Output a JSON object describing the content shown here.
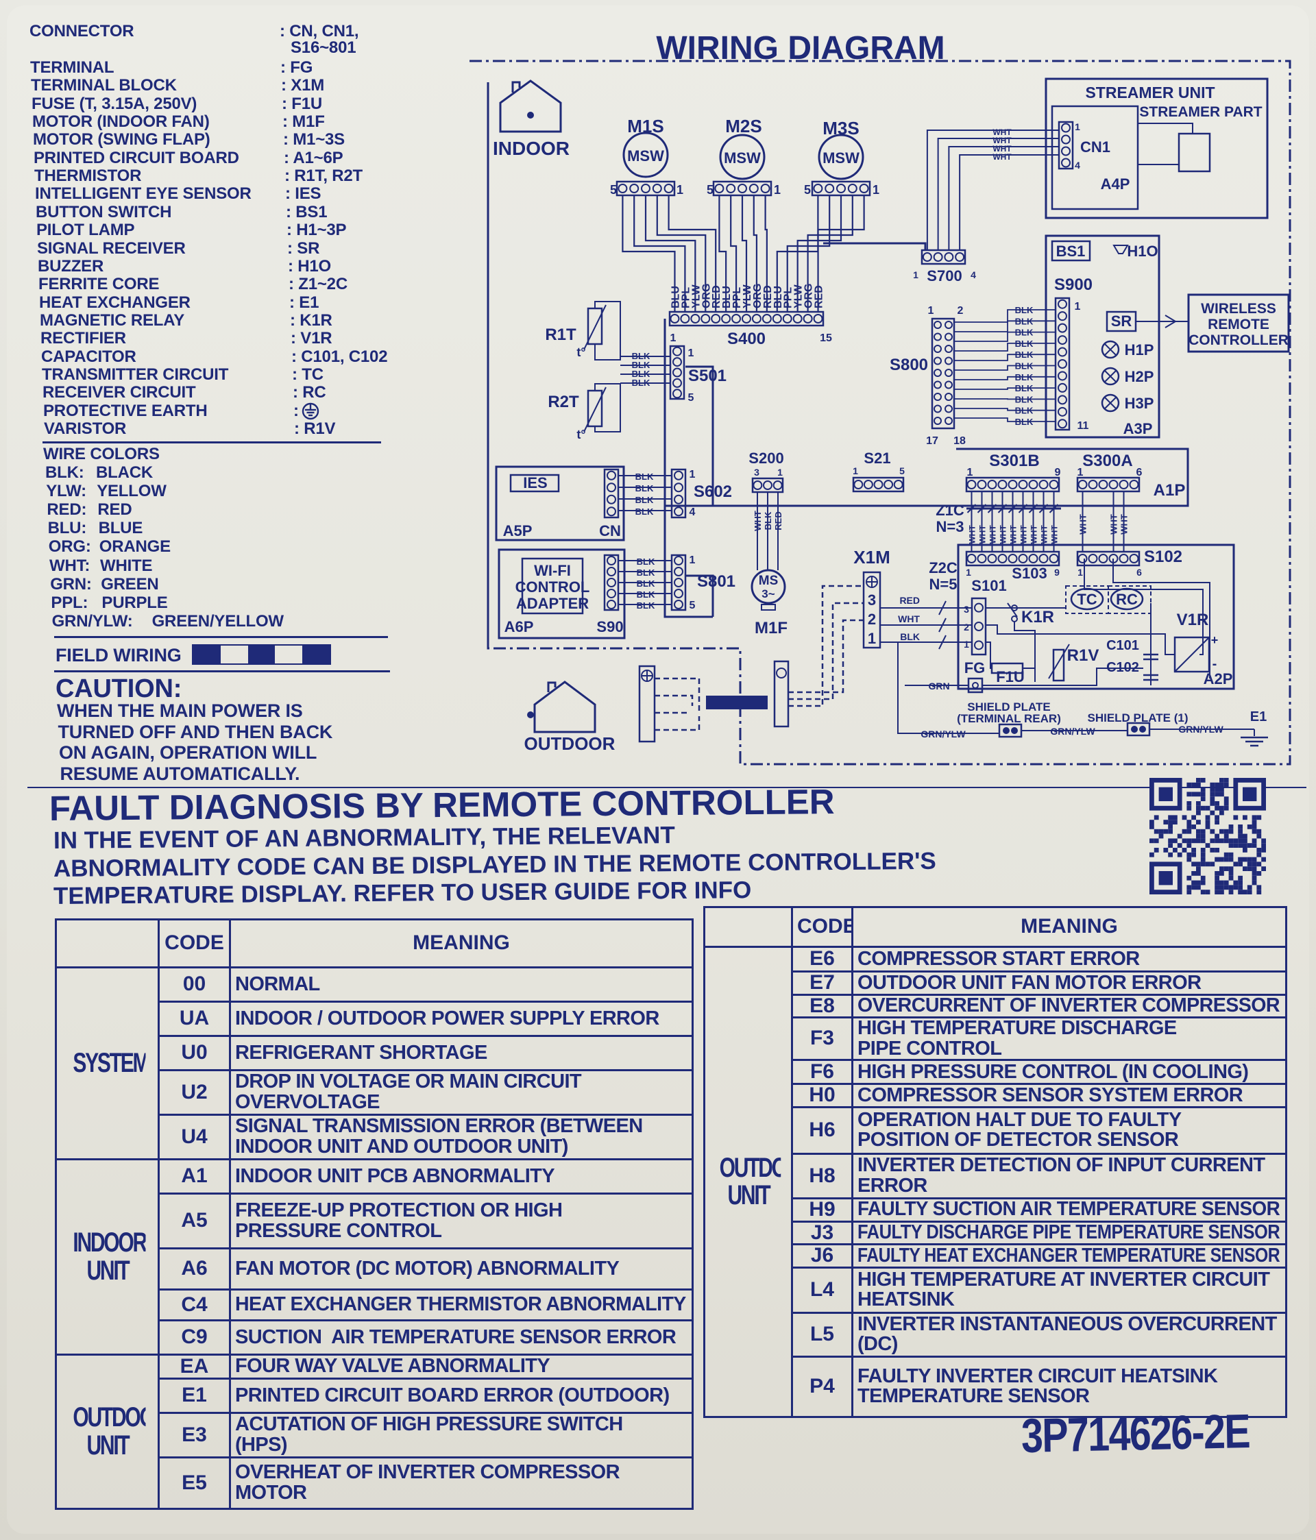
{
  "legend": {
    "components": [
      {
        "name": "CONNECTOR",
        "ref": ": CN, CN1,",
        "ref2": "S16~801"
      },
      {
        "name": "TERMINAL",
        "ref": ": FG"
      },
      {
        "name": "TERMINAL BLOCK",
        "ref": ": X1M"
      },
      {
        "name": "FUSE (T, 3.15A, 250V)",
        "ref": ": F1U"
      },
      {
        "name": "MOTOR (INDOOR FAN)",
        "ref": ": M1F"
      },
      {
        "name": "MOTOR (SWING FLAP)",
        "ref": ": M1~3S"
      },
      {
        "name": "PRINTED CIRCUIT BOARD",
        "ref": ": A1~6P"
      },
      {
        "name": "THERMISTOR",
        "ref": ": R1T, R2T"
      },
      {
        "name": "INTELLIGENT EYE SENSOR",
        "ref": ": IES"
      },
      {
        "name": "BUTTON SWITCH",
        "ref": ": BS1"
      },
      {
        "name": "PILOT LAMP",
        "ref": ": H1~3P"
      },
      {
        "name": "SIGNAL RECEIVER",
        "ref": ": SR"
      },
      {
        "name": "BUZZER",
        "ref": ": H1O"
      },
      {
        "name": "FERRITE CORE",
        "ref": ": Z1~2C"
      },
      {
        "name": "HEAT EXCHANGER",
        "ref": ": E1"
      },
      {
        "name": "MAGNETIC RELAY",
        "ref": ": K1R"
      },
      {
        "name": "RECTIFIER",
        "ref": ": V1R"
      },
      {
        "name": "CAPACITOR",
        "ref": ": C101, C102"
      },
      {
        "name": "TRANSMITTER CIRCUIT",
        "ref": ": TC"
      },
      {
        "name": "RECEIVER CIRCUIT",
        "ref": ": RC"
      },
      {
        "name": "PROTECTIVE EARTH",
        "ref": ":",
        "icon": "protective-earth-icon"
      },
      {
        "name": "VARISTOR",
        "ref": ": R1V"
      }
    ],
    "wire_colors_title": "WIRE COLORS",
    "wire_colors": [
      {
        "code": "BLK:",
        "name": "BLACK"
      },
      {
        "code": "YLW:",
        "name": "YELLOW"
      },
      {
        "code": "RED:",
        "name": "RED"
      },
      {
        "code": "BLU:",
        "name": "BLUE"
      },
      {
        "code": "ORG:",
        "name": "ORANGE"
      },
      {
        "code": "WHT:",
        "name": "WHITE"
      },
      {
        "code": "GRN:",
        "name": "GREEN"
      },
      {
        "code": "PPL:",
        "name": "PURPLE"
      },
      {
        "code": "GRN/YLW:",
        "name": "GREEN/YELLOW"
      }
    ],
    "field_wiring_label": "FIELD WIRING",
    "caution_title": "CAUTION:",
    "caution_lines": [
      "WHEN THE MAIN POWER IS",
      "TURNED OFF AND THEN BACK",
      "ON AGAIN, OPERATION WILL",
      "RESUME AUTOMATICALLY."
    ]
  },
  "diagram": {
    "labels": {
      "title": "WIRING DIAGRAM",
      "indoor": "INDOOR",
      "outdoor": "OUTDOOR",
      "m1s": "M1S",
      "m2s": "M2S",
      "m3s": "M3S",
      "msw": "MSW",
      "s400": "S400",
      "r1t": "R1T",
      "r2t": "R2T",
      "t": "t°",
      "s501": "S501",
      "ies": "IES",
      "a5p": "A5P",
      "cn": "CN",
      "s602": "S602",
      "wifi_1": "WI-FI",
      "wifi_2": "CONTROL",
      "wifi_3": "ADAPTER",
      "a6p": "A6P",
      "s90": "S90",
      "s801": "S801",
      "s200": "S200",
      "s21": "S21",
      "s301b": "S301B",
      "s300a": "S300A",
      "a1p": "A1P",
      "z1c": "Z1C",
      "n3": "N=3",
      "z2c": "Z2C",
      "n5": "N=5",
      "s101": "S101",
      "s103": "S103",
      "s102": "S102",
      "x1m": "X1M",
      "ms": "MS",
      "ms3": "3~",
      "m1f": "M1F",
      "tc": "TC",
      "rc": "RC",
      "k1r": "K1R",
      "v1r": "V1R",
      "r1v": "R1V",
      "c101": "C101",
      "c102": "C102",
      "fg": "FG",
      "f1u": "F1U",
      "grn": "GRN",
      "a2p": "A2P",
      "shield_plate_1": "SHIELD PLATE",
      "terminal_rear": "(TERMINAL REAR)",
      "shield_plate_2": "SHIELD PLATE (1)",
      "e1": "E1",
      "grn_ylw": "GRN/YLW",
      "streamer_unit": "STREAMER UNIT",
      "streamer_part": "STREAMER PART",
      "cn1": "CN1",
      "a4p": "A4P",
      "s700": "S700",
      "bs1": "BS1",
      "h1o": "H1O",
      "s900": "S900",
      "sr": "SR",
      "h1p": "H1P",
      "h2p": "H2P",
      "h3p": "H3P",
      "a3p": "A3P",
      "s800": "S800",
      "wireless_1": "WIRELESS",
      "wireless_2": "REMOTE",
      "wireless_3": "CONTROLLER",
      "red": "RED",
      "wht": "WHT",
      "blk": "BLK",
      "p1": "1",
      "p2": "2",
      "p3": "3",
      "p4": "4",
      "p5": "5",
      "p6": "6",
      "p9": "9",
      "p11": "11",
      "p15": "15",
      "p17": "17",
      "p18": "18",
      "plus": "+",
      "minus": "-"
    },
    "s400_wire_colors": [
      "BLU",
      "PPL",
      "YLW",
      "ORG",
      "RED",
      "BLU",
      "PPL",
      "YLW",
      "ORG",
      "RED",
      "BLU",
      "PPL",
      "YLW",
      "ORG",
      "RED"
    ],
    "s200_wire_colors": [
      "WHT",
      "BLK",
      "RED"
    ]
  },
  "fault": {
    "title": "FAULT DIAGNOSIS BY REMOTE CONTROLLER",
    "intro_lines": [
      "IN THE EVENT OF AN ABNORMALITY, THE RELEVANT",
      "ABNORMALITY CODE CAN BE DISPLAYED IN THE REMOTE CONTROLLER'S",
      "TEMPERATURE DISPLAY.  REFER TO USER GUIDE FOR INFO"
    ],
    "header_code": "CODE",
    "header_meaning": "MEANING",
    "left_table": [
      {
        "group": "SYSTEM",
        "rows": [
          {
            "code": "00",
            "meaning": "NORMAL"
          },
          {
            "code": "UA",
            "meaning": "INDOOR / OUTDOOR POWER SUPPLY ERROR"
          },
          {
            "code": "U0",
            "meaning": "REFRIGERANT SHORTAGE"
          },
          {
            "code": "U2",
            "meaning": "DROP IN VOLTAGE OR MAIN CIRCUIT\nOVERVOLTAGE"
          },
          {
            "code": "U4",
            "meaning": "SIGNAL TRANSMISSION ERROR (BETWEEN\nINDOOR UNIT AND OUTDOOR UNIT)"
          }
        ]
      },
      {
        "group": "INDOOR\nUNIT",
        "rows": [
          {
            "code": "A1",
            "meaning": "INDOOR UNIT PCB ABNORMALITY"
          },
          {
            "code": "A5",
            "meaning": "FREEZE-UP PROTECTION OR HIGH\nPRESSURE CONTROL"
          },
          {
            "code": "A6",
            "meaning": "FAN MOTOR (DC MOTOR) ABNORMALITY"
          },
          {
            "code": "C4",
            "meaning": "HEAT EXCHANGER THERMISTOR ABNORMALITY"
          },
          {
            "code": "C9",
            "meaning": "SUCTION  AIR TEMPERATURE SENSOR ERROR"
          }
        ]
      },
      {
        "group": "OUTDOOR\nUNIT",
        "rows": [
          {
            "code": "EA",
            "meaning": "FOUR WAY VALVE ABNORMALITY"
          },
          {
            "code": "E1",
            "meaning": "PRINTED CIRCUIT BOARD ERROR (OUTDOOR)"
          },
          {
            "code": "E3",
            "meaning": "ACUTATION OF HIGH PRESSURE SWITCH\n(HPS)"
          },
          {
            "code": "E5",
            "meaning": "OVERHEAT OF INVERTER COMPRESSOR\nMOTOR"
          }
        ]
      }
    ],
    "right_table": [
      {
        "group": "OUTDOOR\nUNIT",
        "rows": [
          {
            "code": "E6",
            "meaning": "COMPRESSOR START ERROR"
          },
          {
            "code": "E7",
            "meaning": "OUTDOOR UNIT FAN MOTOR ERROR"
          },
          {
            "code": "E8",
            "meaning": "OVERCURRENT OF INVERTER COMPRESSOR"
          },
          {
            "code": "F3",
            "meaning": "HIGH TEMPERATURE DISCHARGE\nPIPE CONTROL"
          },
          {
            "code": "F6",
            "meaning": "HIGH PRESSURE CONTROL (IN COOLING)"
          },
          {
            "code": "H0",
            "meaning": "COMPRESSOR SENSOR SYSTEM ERROR"
          },
          {
            "code": "H6",
            "meaning": "OPERATION HALT DUE TO FAULTY\nPOSITION OF DETECTOR SENSOR"
          },
          {
            "code": "H8",
            "meaning": "INVERTER DETECTION OF INPUT CURRENT\nERROR"
          },
          {
            "code": "H9",
            "meaning": "FAULTY SUCTION AIR TEMPERATURE SENSOR"
          },
          {
            "code": "J3",
            "meaning": "FAULTY DISCHARGE PIPE TEMPERATURE SENSOR"
          },
          {
            "code": "J6",
            "meaning": "FAULTY HEAT EXCHANGER TEMPERATURE SENSOR"
          },
          {
            "code": "L4",
            "meaning": "HIGH TEMPERATURE AT INVERTER CIRCUIT\nHEATSINK"
          },
          {
            "code": "L5",
            "meaning": "INVERTER INSTANTANEOUS OVERCURRENT\n(DC)"
          },
          {
            "code": "P4",
            "meaning": "FAULTY INVERTER CIRCUIT HEATSINK\nTEMPERATURE SENSOR"
          }
        ]
      }
    ],
    "model_number": "3P714626-2E"
  },
  "colors": {
    "ink": "#1f2a78",
    "paper": "#e8e7e0"
  }
}
